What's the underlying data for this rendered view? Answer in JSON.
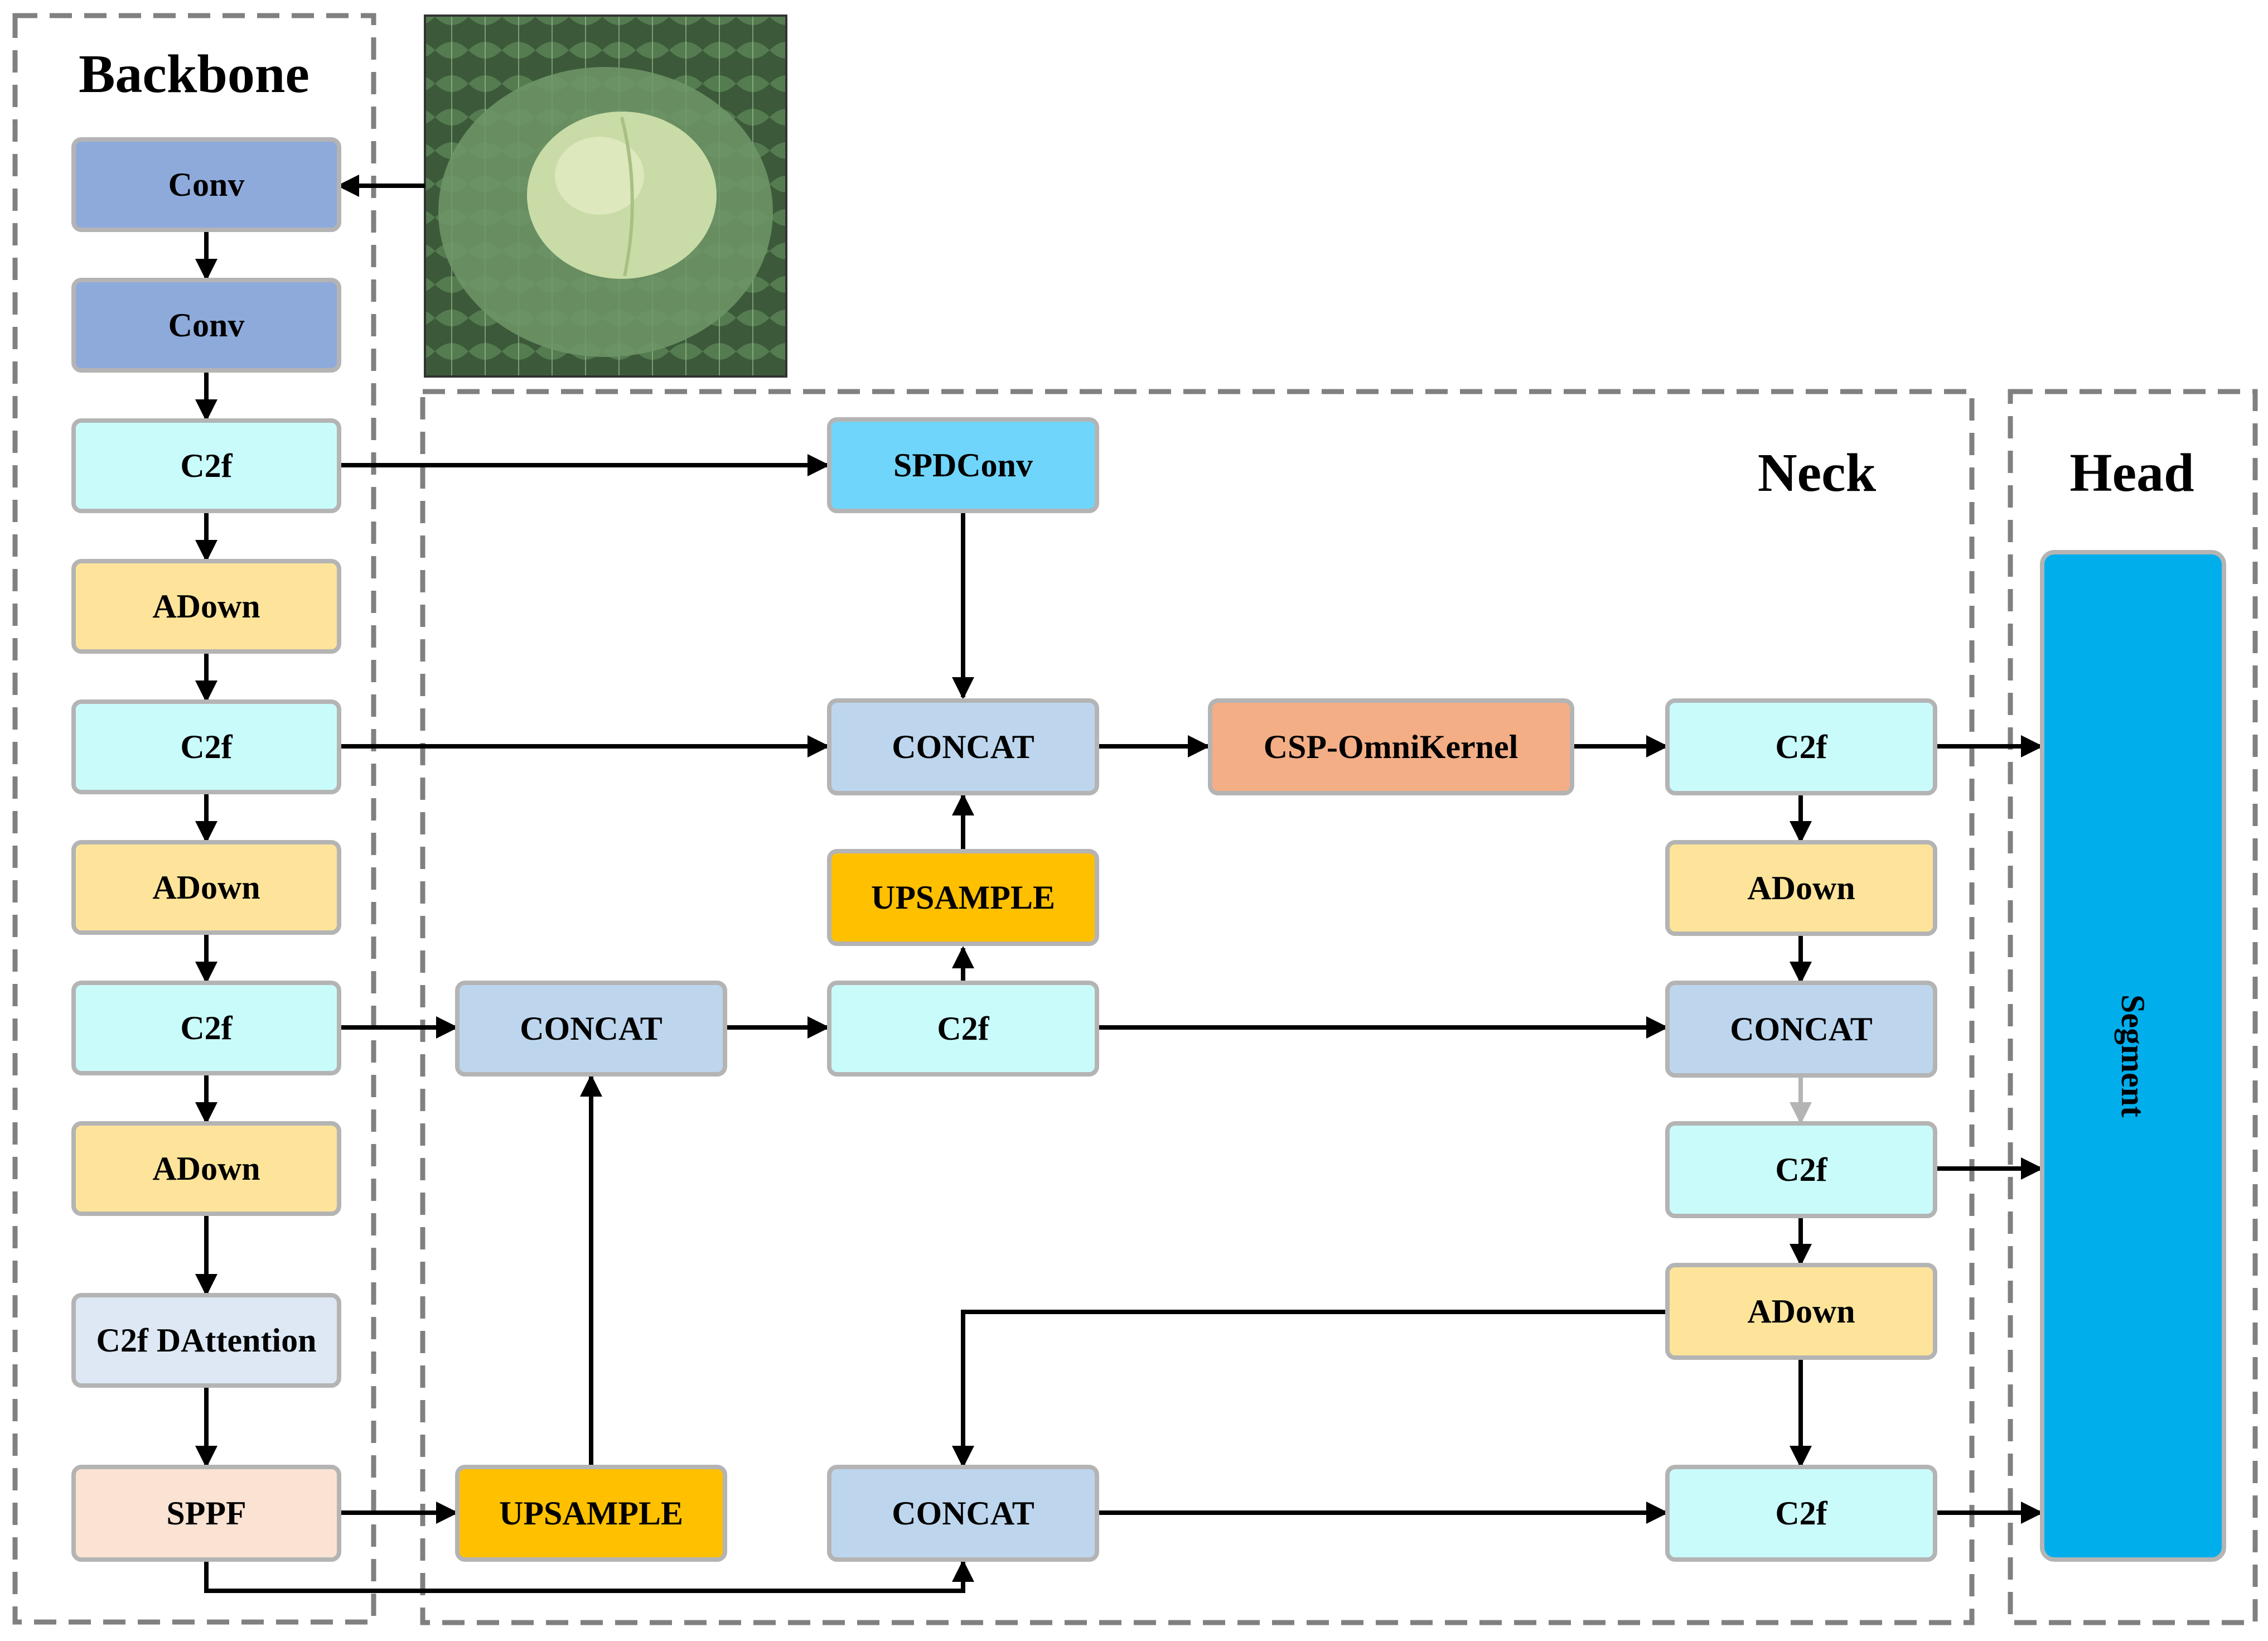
{
  "sections": {
    "backbone": "Backbone",
    "neck": "Neck",
    "head": "Head"
  },
  "input_image": {
    "icon": "cabbage-photo-icon",
    "description_visible": false
  },
  "colors": {
    "conv": "#8eaadb",
    "c2f": "#c9fbfb",
    "adown": "#fde49a",
    "c2f_dattention": "#dde8f4",
    "sppf": "#fbe3d3",
    "upsample": "#ffc000",
    "concat": "#bdd6ee",
    "spdconv": "#6fd5fb",
    "csp_omnikernel": "#f3ae86",
    "segment": "#00aeec",
    "region_border": "#808080",
    "arrow": "#000000"
  },
  "nodes": {
    "bb_conv1": "Conv",
    "bb_conv2": "Conv",
    "bb_c2f1": "C2f",
    "bb_adown1": "ADown",
    "bb_c2f2": "C2f",
    "bb_adown2": "ADown",
    "bb_c2f3": "C2f",
    "bb_adown3": "ADown",
    "bb_c2f_dattention": "C2f DAttention",
    "bb_sppf": "SPPF",
    "nk_spdconv": "SPDConv",
    "nk_concat_top": "CONCAT",
    "nk_upsample_mid": "UPSAMPLE",
    "nk_c2f_mid": "C2f",
    "nk_concat_left": "CONCAT",
    "nk_upsample_bottom": "UPSAMPLE",
    "nk_concat_bottom": "CONCAT",
    "nk_csp_omnikernel": "CSP-OmniKernel",
    "nk_c2f_out1": "C2f",
    "nk_adown_r1": "ADown",
    "nk_concat_right": "CONCAT",
    "nk_c2f_out2": "C2f",
    "nk_adown_r2": "ADown",
    "nk_c2f_out3": "C2f",
    "head_segment": "Segment"
  }
}
